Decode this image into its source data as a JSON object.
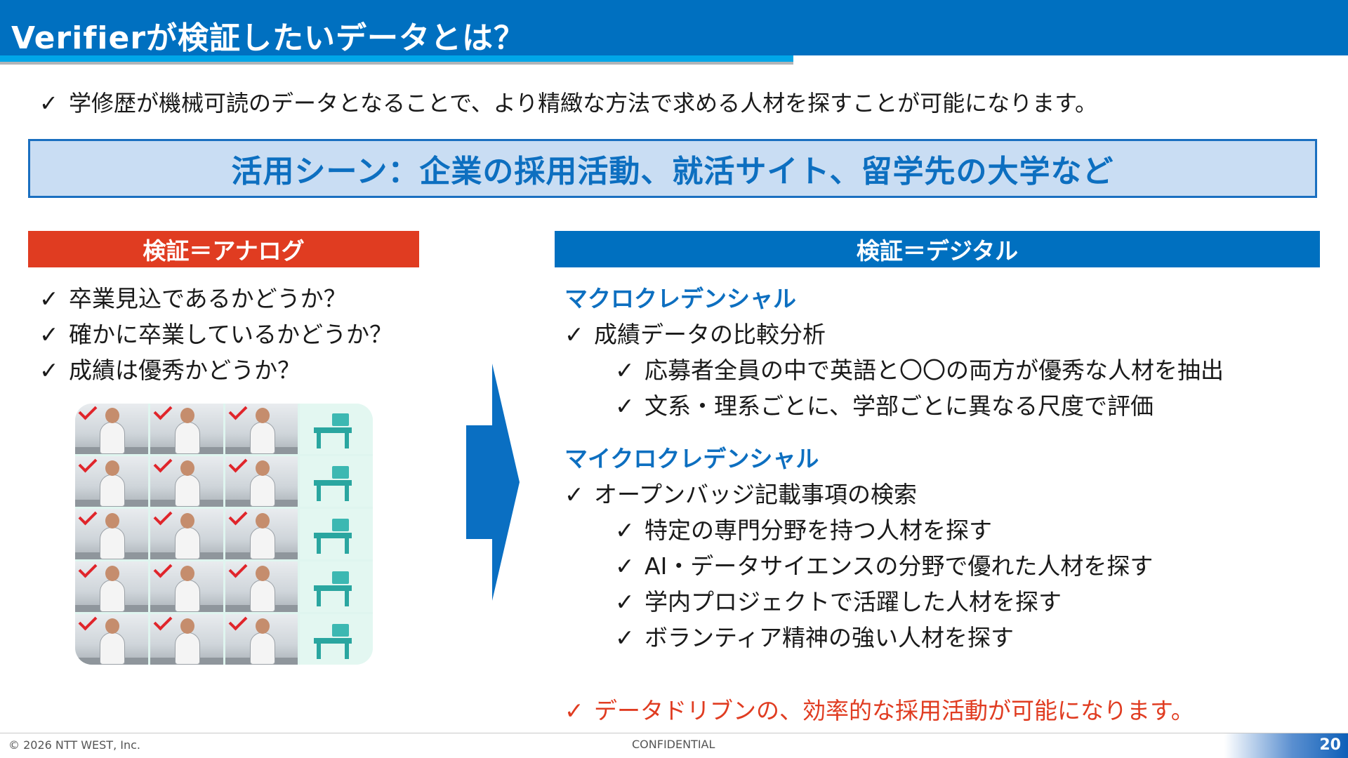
{
  "title": "Verifierが検証したいデータとは？",
  "check": "✓",
  "intro": "学修歴が機械可読のデータとなることで、より精緻な方法で求める人材を探すことが可能になります。",
  "scene": "活用シーン：企業の採用活動、就活サイト、留学先の大学など",
  "analog": {
    "header": "検証＝アナログ",
    "items": [
      "卒業見込であるかどうか？",
      "確かに卒業しているかどうか？",
      "成績は優秀かどうか？"
    ]
  },
  "digital": {
    "header": "検証＝デジタル",
    "macro": {
      "title": "マクロクレデンシャル",
      "item": "成績データの比較分析",
      "subitems": [
        "応募者全員の中で英語と〇〇の両方が優秀な人材を抽出",
        "文系・理系ごとに、学部ごとに異なる尺度で評価"
      ]
    },
    "micro": {
      "title": "マイクロクレデンシャル",
      "item": "オープンバッジ記載事項の検索",
      "subitems": [
        "特定の専門分野を持つ人材を探す",
        "AI・データサイエンスの分野で優れた人材を探す",
        "学内プロジェクトで活躍した人材を探す",
        "ボランティア精神の強い人材を探す"
      ]
    }
  },
  "conclusion": "データドリブンの、効率的な採用活動が可能になります。",
  "footer": {
    "copyright": "© 2026  NTT WEST, Inc.",
    "confidential": "CONFIDENTIAL",
    "page": "20"
  },
  "colors": {
    "title_bar": "#0070c0",
    "analog": "#e03c21",
    "digital": "#0070c0",
    "accent_text": "#0d6fc0",
    "conclusion": "#e03c21"
  },
  "icons": {
    "arrow": "right-arrow-icon",
    "check": "check-icon"
  }
}
